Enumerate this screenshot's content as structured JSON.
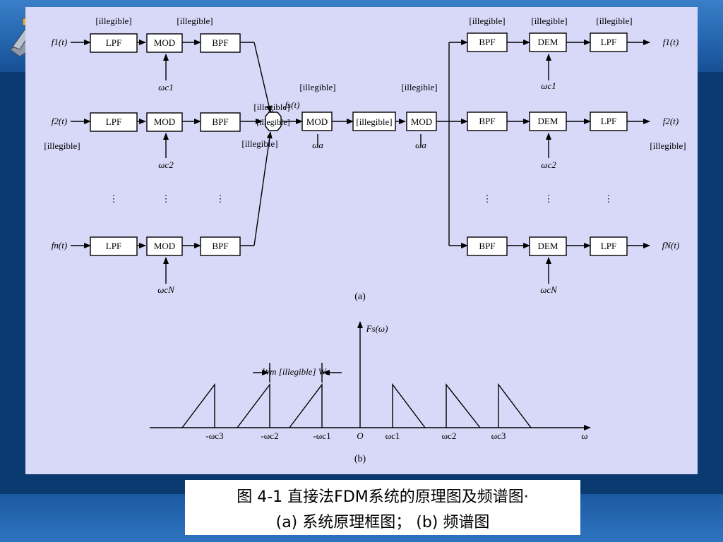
{
  "theme": {
    "background": "#0c3d78",
    "panel": "#d8d8f8",
    "ink": "#000000"
  },
  "diagram_a": {
    "label": "(a)",
    "block_lpf": "LPF",
    "block_mod": "MOD",
    "block_bpf": "BPF",
    "block_dem": "DEM",
    "block_channel": "[illegible]",
    "header_left_lpf": "[illegible]",
    "header_left_mod": "[illegible]",
    "header_right_bpf": "[illegible]",
    "header_right_dem": "[illegible]",
    "header_right_lpf": "[illegible]",
    "main_mod_label": "[illegible]",
    "main_demod_label": "[illegible]",
    "input_group_label": "[illegible]",
    "output_group_label": "[illegible]",
    "combiner_symbol": "[illegible]",
    "combiner_left_marks": "[illegible]",
    "combiner_top_mark": "[illegible]",
    "signal_fs": "fs(t)",
    "inputs": [
      "f1(t)",
      "f2(t)",
      "fn(t)"
    ],
    "outputs": [
      "f1(t)",
      "f2(t)",
      "fN(t)"
    ],
    "carriers": [
      "ωc1",
      "ωc2",
      "ωcN"
    ],
    "main_carrier": "ωa",
    "ellipsis": "⋮"
  },
  "diagram_b": {
    "label": "(b)",
    "y_axis": "Fs(ω)",
    "x_axis": "ω",
    "origin": "O",
    "bandwidth": "Wm [illegible] Ws",
    "neg_ticks": [
      "-ωc3",
      "-ωc2",
      "-ωc1"
    ],
    "pos_ticks": [
      "ωc1",
      "ωc2",
      "ωc3"
    ]
  },
  "caption": {
    "line1": "图 4-1 直接法FDM系统的原理图及频谱图·",
    "line2": "(a) 系统原理框图；  (b) 频谱图"
  }
}
